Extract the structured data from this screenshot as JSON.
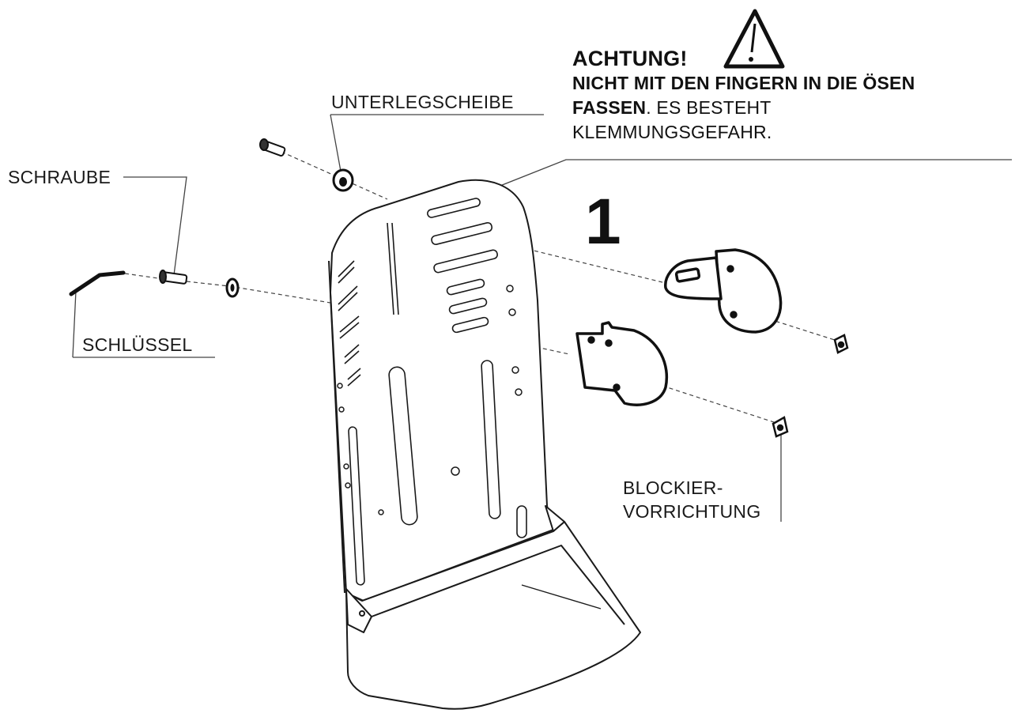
{
  "labels": {
    "washer": "UNTERLEGSCHEIBE",
    "screw": "SCHRAUBE",
    "key": "SCHLÜSSEL",
    "lock_line1": "BLOCKIER-",
    "lock_line2": "VORRICHTUNG"
  },
  "warning": {
    "title": "ACHTUNG!",
    "bold_line": "NICHT MIT DEN FINGERN IN DIE ÖSEN",
    "bold_word": "FASSEN",
    "rest_line2": ". ES BESTEHT",
    "line3": "KLEMMUNGSGEFAHR.",
    "icon": "warning-triangle-icon"
  },
  "step_number": "1",
  "colors": {
    "line": "#1a1a1a",
    "dash": "#333333"
  }
}
